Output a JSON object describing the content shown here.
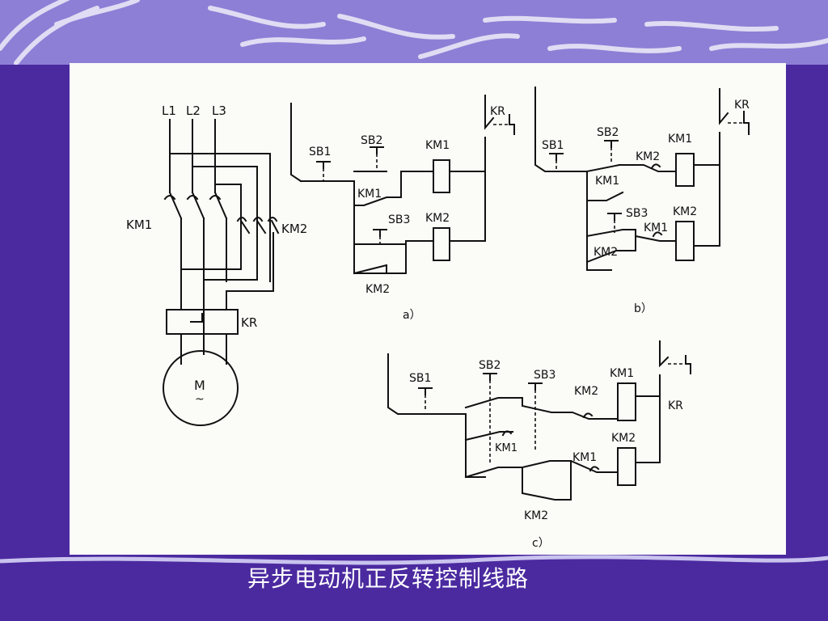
{
  "caption": "异步电动机正反转控制线路",
  "colors": {
    "background": "#4b2aa0",
    "banner": "#8d7fd6",
    "panel": "#fbfbf8"
  },
  "main_circuit": {
    "lines": [
      "L1",
      "L2",
      "L3"
    ],
    "km1": "KM1",
    "km2": "KM2",
    "kr": "KR",
    "motor": "M",
    "motor_symbol": "~"
  },
  "circuit_a": {
    "sb1": "SB1",
    "sb2": "SB2",
    "sb3": "SB3",
    "km1_coil": "KM1",
    "km2_coil": "KM2",
    "km1_contact": "KM1",
    "km2_contact": "KM2",
    "kr": "KR",
    "label": "a）"
  },
  "circuit_b": {
    "sb1": "SB1",
    "sb2": "SB2",
    "sb3": "SB3",
    "km1_coil": "KM1",
    "km2_coil": "KM2",
    "km1_contact": "KM1",
    "km2_contact": "KM2",
    "km2_interlock": "KM2",
    "km1_interlock": "KM1",
    "kr": "KR",
    "label": "b）"
  },
  "circuit_c": {
    "sb1": "SB1",
    "sb2": "SB2",
    "sb3": "SB3",
    "km1_coil": "KM1",
    "km2_coil": "KM2",
    "km1_contact": "KM1",
    "km2_contact": "KM2",
    "km2_interlock": "KM2",
    "km1_interlock": "KM1",
    "kr": "KR",
    "label": "c）"
  }
}
